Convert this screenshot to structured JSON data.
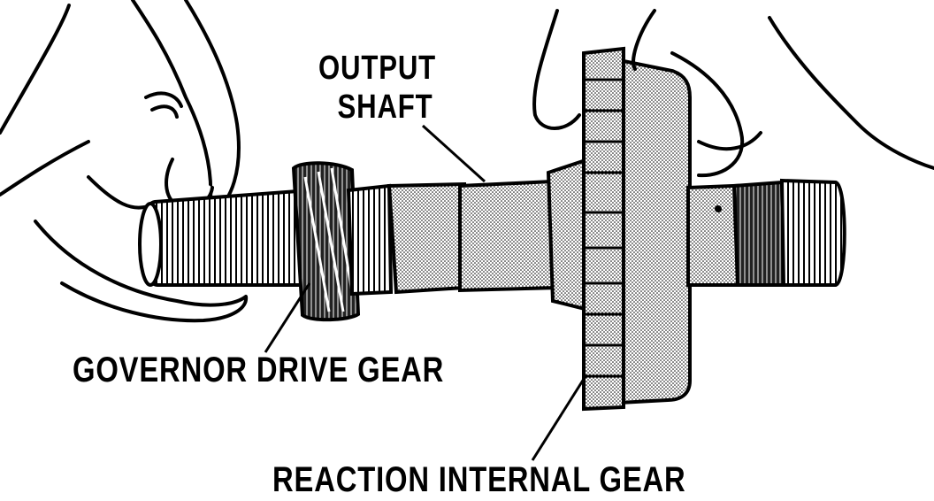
{
  "figure": {
    "labels": {
      "output_shaft_line1": "OUTPUT",
      "output_shaft_line2": "SHAFT",
      "governor_drive_gear": "GOVERNOR DRIVE GEAR",
      "reaction_internal_gear": "REACTION INTERNAL GEAR"
    },
    "colors": {
      "ink": "#000000",
      "paper": "#ffffff",
      "stipple": "#bdbdbd"
    }
  }
}
